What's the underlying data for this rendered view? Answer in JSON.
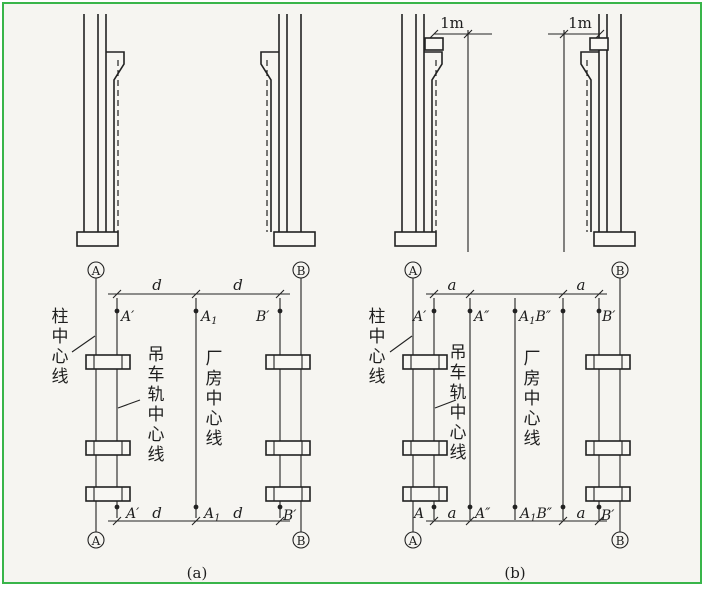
{
  "labels": {
    "axis_a": "A",
    "axis_b": "B",
    "a_prime": "A′",
    "b_prime": "B′",
    "a_double": "A″",
    "a1": "A",
    "a1_sub": "1",
    "a1b_double": "B″",
    "d": "d",
    "a": "a",
    "one_meter": "1m",
    "column_centerline": [
      "柱",
      "中",
      "心",
      "线"
    ],
    "crane_rail_centerline": [
      "吊",
      "车",
      "轨",
      "中",
      "心",
      "线"
    ],
    "building_centerline": [
      "厂",
      "房",
      "中",
      "心",
      "线"
    ],
    "caption_a": "(a)",
    "caption_b": "(b)"
  },
  "colors": {
    "border": "#39b54a",
    "ink": "#1e1e1e",
    "paper": "#f6f5f1"
  }
}
